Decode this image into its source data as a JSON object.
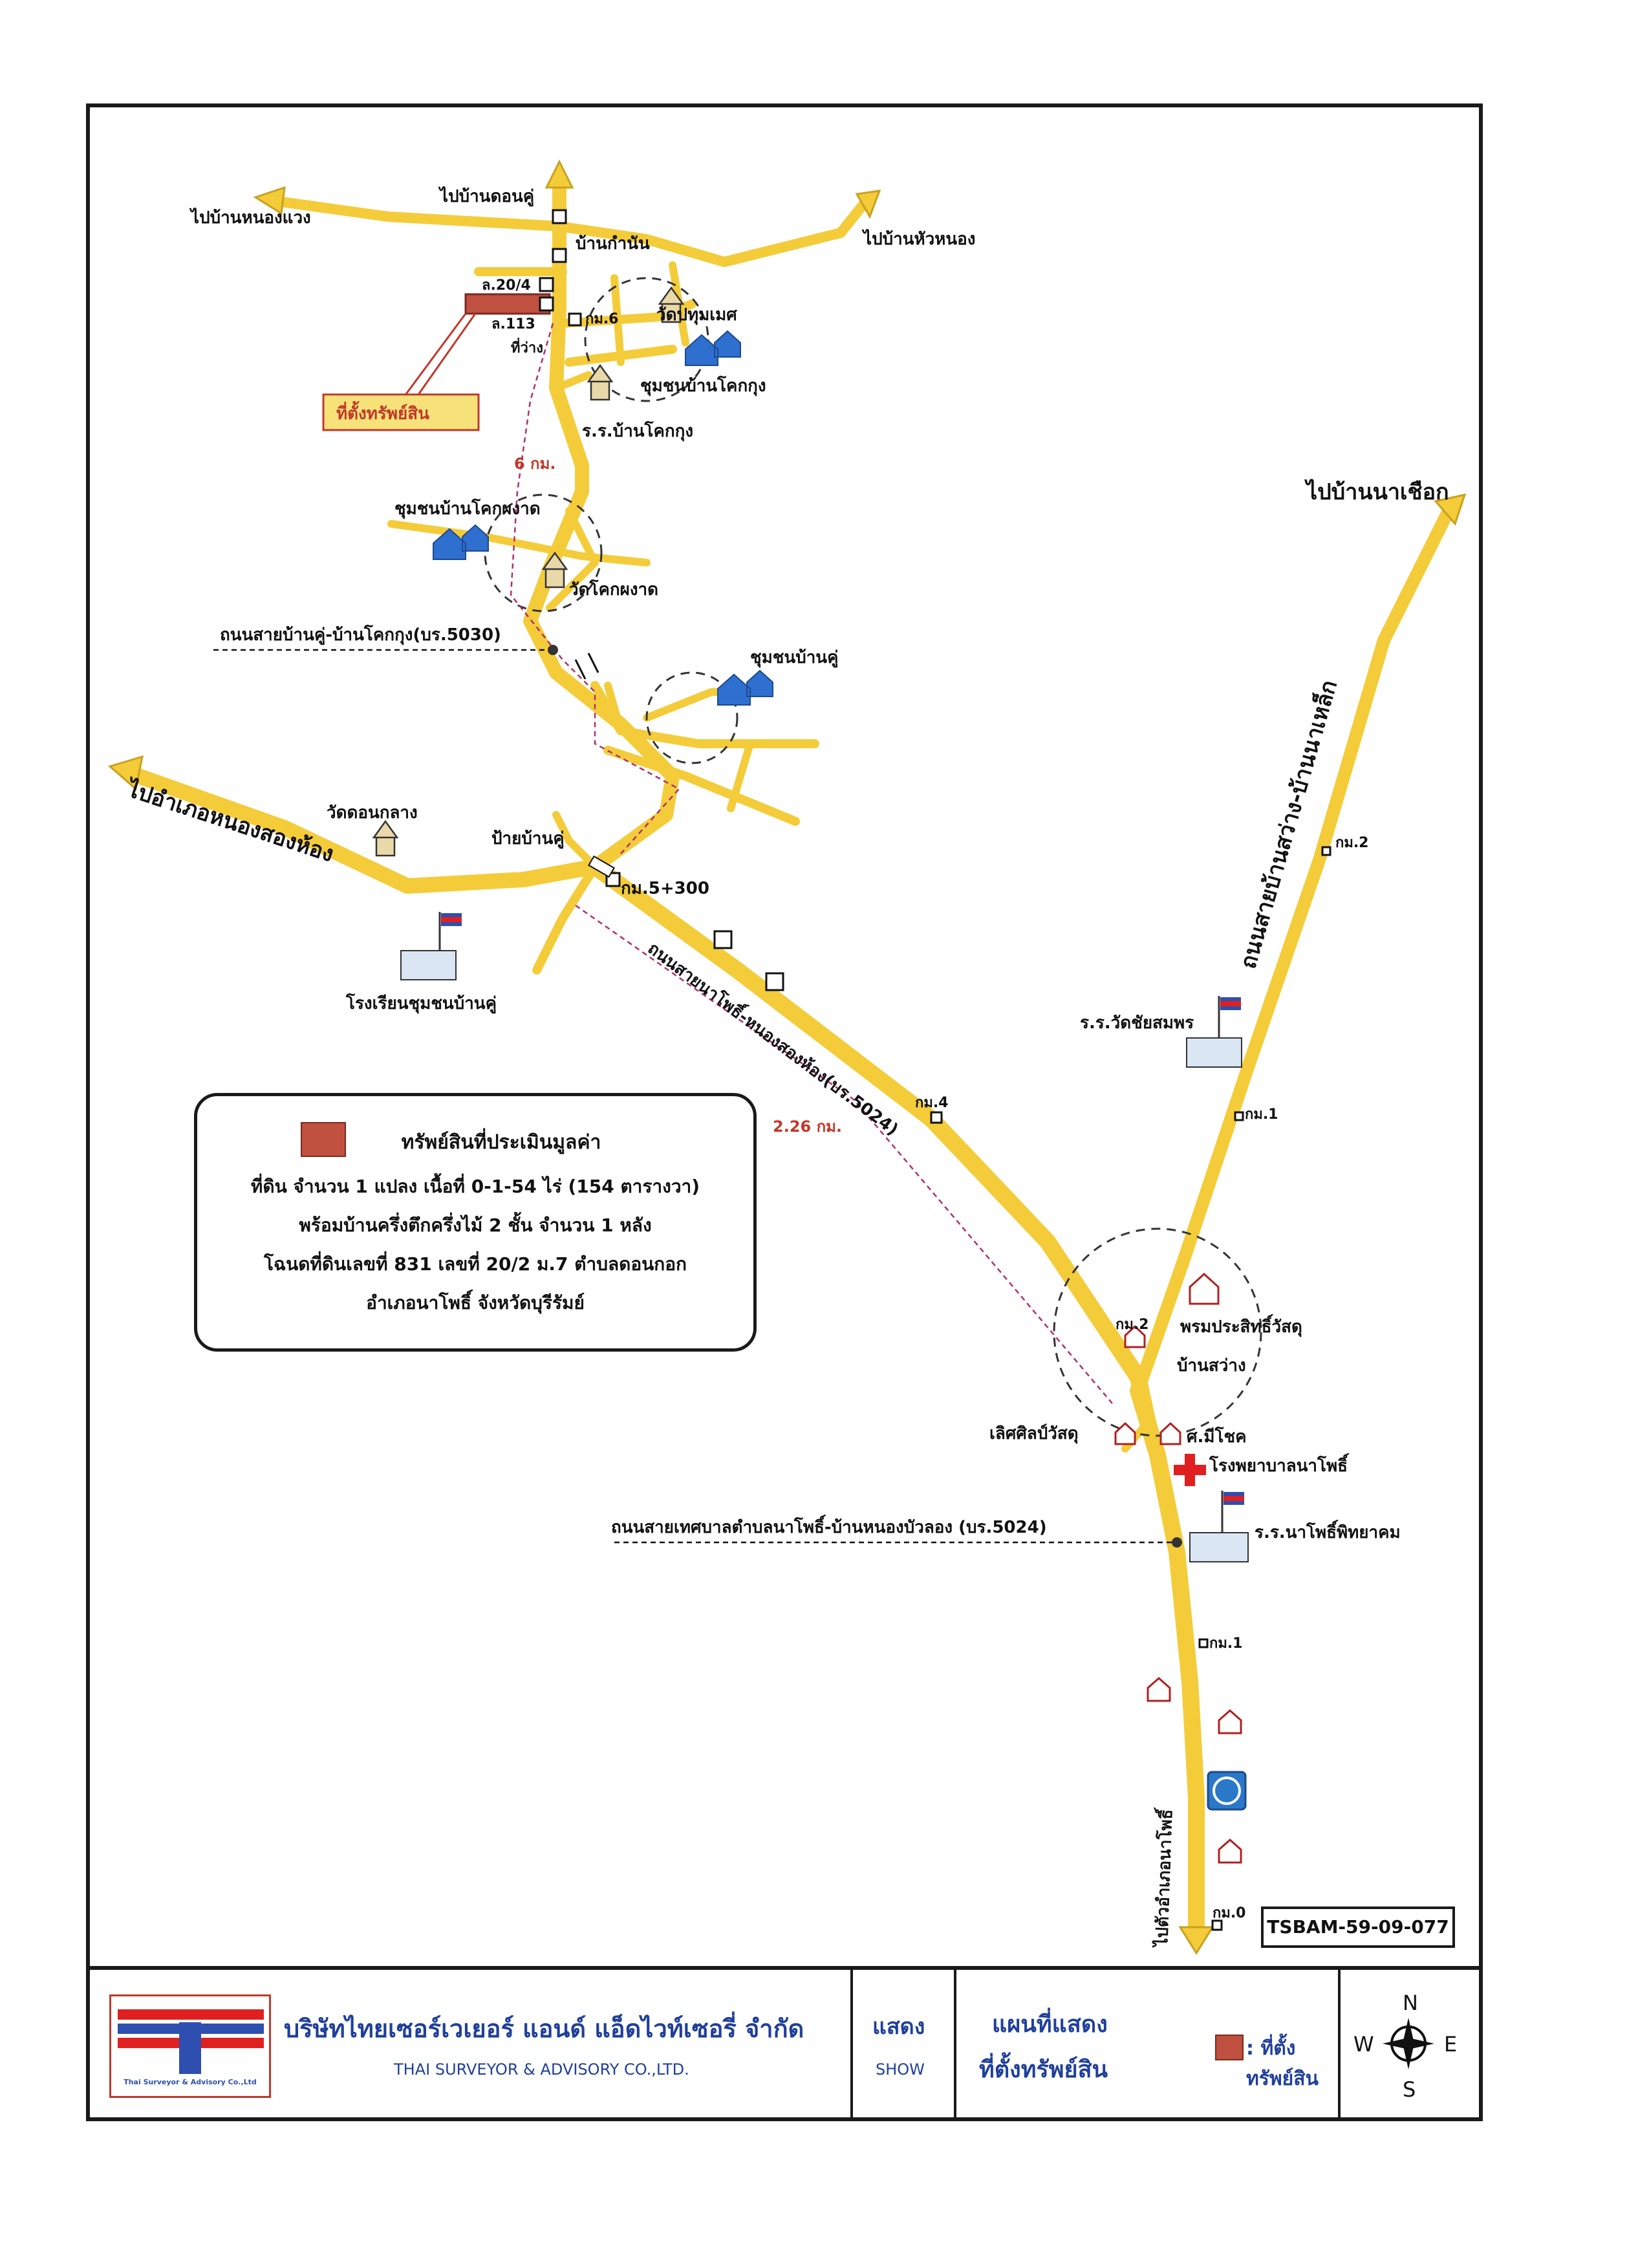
{
  "labels": {
    "to_ban_nong_waeng": "ไปบ้านหนองแวง",
    "to_ban_don_khu": "ไปบ้านดอนคู่",
    "to_ban_hua_nong": "ไปบ้านหัวหนอง",
    "ban_kamnan": "บ้านกำนัน",
    "l_20_4": "ล.20/4",
    "l_113": "ล.113",
    "vacant": "ที่ว่าง",
    "km6_top": "กม.6",
    "wat_pathum": "วัดปทุมเมศ",
    "community_khok_kung": "ชุมชนบ้านโคกกุง",
    "school_khok_kung": "ร.ร.บ้านโคกกุง",
    "property_location": "ที่ตั้งทรัพย์สิน",
    "dist_6km": "6 กม.",
    "community_khok_pha_chat": "ชุมชนบ้านโคกผงาด",
    "wat_khok_pha_chat": "วัดโคกผงาด",
    "road_5030": "ถนนสายบ้านคู่-บ้านโคกกุง(บร.5030)",
    "community_ban_khu": "ชุมชนบ้านคู่",
    "to_ban_na_chueak": "ไปบ้านนาเชือก",
    "road_sawang_na_lek": "ถนนสายบ้านสว่าง-บ้านนาเหล็ก",
    "km2_right": "กม.2",
    "to_amphoe_nong_song_hong": "ไปอำเภอหนองสองห้อง",
    "wat_don_klang": "วัดดอนกลาง",
    "pai_ban_khu": "ป้ายบ้านคู่",
    "km5_300": "กม.5+300",
    "school_ban_khu": "โรงเรียนชุมชนบ้านคู่",
    "road_5024_diag": "ถนนสายนาโพธิ์-หนองสองห้อง(บร.5024)",
    "km4": "กม.4",
    "dist_2_26": "2.26 กม.",
    "school_wat_chai": "ร.ร.วัดชัยสมพร",
    "km1_right": "กม.1",
    "phrom_prasit": "พรมประสิทธิ์วัสดุ",
    "km2_mid": "กม.2",
    "ban_sawang": "บ้านสว่าง",
    "loet_sin": "เลิศศิลป์วัสดุ",
    "mi_chok": "ศ.มีโชค",
    "hospital": "โรงพยาบาลนาโพธิ์",
    "road_5024_bottom": "ถนนสายเทศบาลตำบลนาโพธิ์-บ้านหนองบัวลอง (บร.5024)",
    "school_na_pho": "ร.ร.นาโพธิ์พิทยาคม",
    "km1_bottom": "กม.1",
    "to_amphoe_na_pho": "ไปตัวอำเภอนาโพธิ์",
    "km0": "กม.0"
  },
  "legend": {
    "title": "ทรัพย์สินที่ประเมินมูลค่า",
    "line1": "ที่ดิน จำนวน 1 แปลง เนื้อที่ 0-1-54 ไร่ (154 ตารางวา)",
    "line2": "พร้อมบ้านครึ่งตึกครึ่งไม้ 2 ชั้น จำนวน 1 หลัง",
    "line3": "โฉนดที่ดินเลขที่ 831 เลขที่ 20/2 ม.7 ตำบลดอนกอก",
    "line4": "อำเภอนาโพธิ์ จังหวัดบุรีรัมย์"
  },
  "code": "TSBAM-59-09-077",
  "footer": {
    "logo_caption": "Thai Surveyor & Advisory Co.,Ltd",
    "company_th": "บริษัทไทยเซอร์เวเยอร์ แอนด์ แอ็ดไวท์เซอรี่ จำกัด",
    "company_en": "THAI SURVEYOR & ADVISORY CO.,LTD.",
    "show_th": "แสดง",
    "show_en": "SHOW",
    "map_title_1": "แผนที่แสดง",
    "map_title_2": "ที่ตั้งทรัพย์สิน",
    "legend_key": ": ที่ตั้งทรัพย์สิน",
    "compass_n": "N",
    "compass_s": "S",
    "compass_e": "E",
    "compass_w": "W"
  },
  "colors": {
    "road": "#f4cc3a",
    "property": "#c0503f",
    "community": "#2f6fd0",
    "hospital": "#e02020"
  }
}
